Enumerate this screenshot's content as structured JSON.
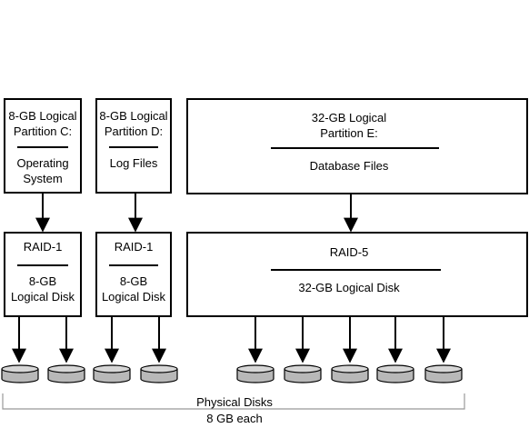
{
  "partitions": {
    "c": {
      "line1": "8-GB Logical",
      "line2": "Partition C:",
      "content1": "Operating",
      "content2": "System"
    },
    "d": {
      "line1": "8-GB Logical",
      "line2": "Partition D:",
      "content1": "Log Files"
    },
    "e": {
      "line1": "32-GB Logical",
      "line2": "Partition E:",
      "content1": "Database Files"
    }
  },
  "raid": {
    "raid1_a": {
      "label": "RAID-1",
      "content1": "8-GB",
      "content2": "Logical Disk"
    },
    "raid1_b": {
      "label": "RAID-1",
      "content1": "8-GB",
      "content2": "Logical Disk"
    },
    "raid5": {
      "label": "RAID-5",
      "content1": "32-GB Logical Disk"
    }
  },
  "physical": {
    "line1": "Physical Disks",
    "line2": "8 GB each",
    "disk_count": 9
  },
  "colors": {
    "disk_body": "#b8b8b8",
    "disk_top": "#d6d6d6",
    "bracket": "#999999"
  }
}
